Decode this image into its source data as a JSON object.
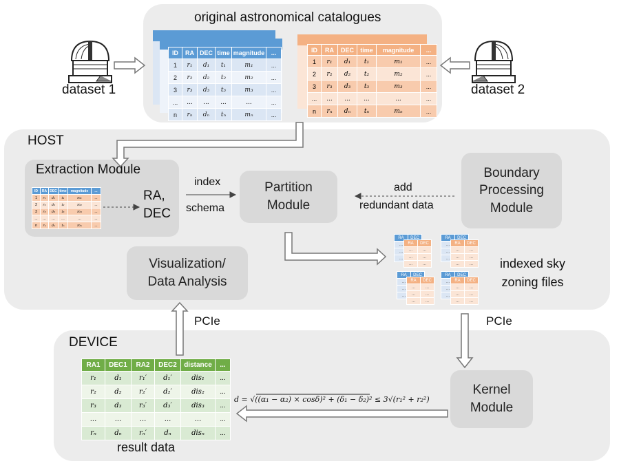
{
  "top": {
    "title": "original astronomical catalogues",
    "dataset1": "dataset 1",
    "dataset2": "dataset 2"
  },
  "host": {
    "title": "HOST",
    "extraction_module": "Extraction Module",
    "ra_dec": "RA,\nDEC",
    "partition_module": "Partition\nModule",
    "boundary_module": "Boundary\nProcessing\nModule",
    "visualization_module": "Visualization/\nData Analysis",
    "index_label": "index",
    "schema_label": "schema",
    "add_label": "add",
    "redundant_label": "redundant data",
    "zoning_files_label": "indexed sky\nzoning files"
  },
  "device": {
    "title": "DEVICE",
    "kernel_module": "Kernel\nModule",
    "result_label": "result data",
    "pcie_left": "PCIe",
    "pcie_right": "PCIe",
    "formula": "d = √((α₁ − α₂) × cosδ)² + (δ₁ − δ₂)² ≤ 3√(r₁² + r₂²)"
  },
  "catalog_table": {
    "headers": [
      "ID",
      "RA",
      "DEC",
      "time",
      "magnitude",
      "..."
    ],
    "rows": [
      [
        "1",
        "r₁",
        "d₁",
        "t₁",
        "m₁",
        "..."
      ],
      [
        "2",
        "r₂",
        "d₂",
        "t₂",
        "m₂",
        "..."
      ],
      [
        "3",
        "r₃",
        "d₃",
        "t₃",
        "m₃",
        "..."
      ],
      [
        "...",
        "...",
        "...",
        "...",
        "...",
        "..."
      ],
      [
        "n",
        "rₙ",
        "dₙ",
        "tₙ",
        "mₙ",
        "..."
      ]
    ]
  },
  "zone_table": {
    "headers": [
      "RA",
      "DEC"
    ],
    "cell": "..."
  },
  "result_table": {
    "headers": [
      "RA1",
      "DEC1",
      "RA2",
      "DEC2",
      "distance",
      "..."
    ],
    "rows": [
      [
        "r₁",
        "d₁",
        "r₁′",
        "d₁′",
        "dis₁",
        "..."
      ],
      [
        "r₂",
        "d₂",
        "r₂′",
        "d₂′",
        "dis₂",
        "..."
      ],
      [
        "r₃",
        "d₃",
        "r₃′",
        "d₃′",
        "dis₃",
        "..."
      ],
      [
        "...",
        "...",
        "...",
        "...",
        "...",
        "..."
      ],
      [
        "rₙ",
        "dₙ",
        "rₙ′",
        "dₙ",
        "disₙ",
        "..."
      ]
    ]
  },
  "colors": {
    "blue_header": "#5b9bd5",
    "orange_header": "#f4b183",
    "green_header": "#70ad47",
    "panel": "#ececec",
    "module": "#d9d9d9"
  }
}
